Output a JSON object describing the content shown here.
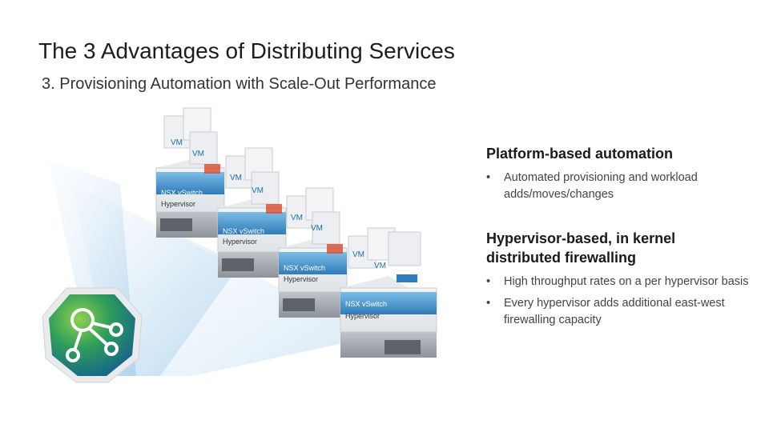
{
  "slide": {
    "title": "The 3 Advantages of Distributing Services",
    "subtitle": "3. Provisioning Automation with Scale-Out Performance"
  },
  "diagram": {
    "vm_label": "VM",
    "switch_label": "NSX vSwitch",
    "hypervisor_label": "Hypervisor",
    "logo_icon": "network-nodes-icon",
    "colors": {
      "accent_blue": "#1a7bbf",
      "logo_green": "#2e9d5a",
      "logo_teal": "#1b6e9a"
    }
  },
  "sections": [
    {
      "heading": "Platform-based automation",
      "bullets": [
        "Automated provisioning and workload adds/moves/changes"
      ]
    },
    {
      "heading": "Hypervisor-based, in kernel distributed firewalling",
      "bullets": [
        "High throughput rates on a per hypervisor basis",
        "Every hypervisor adds additional east-west firewalling capacity"
      ]
    }
  ],
  "bullet_char": "•"
}
